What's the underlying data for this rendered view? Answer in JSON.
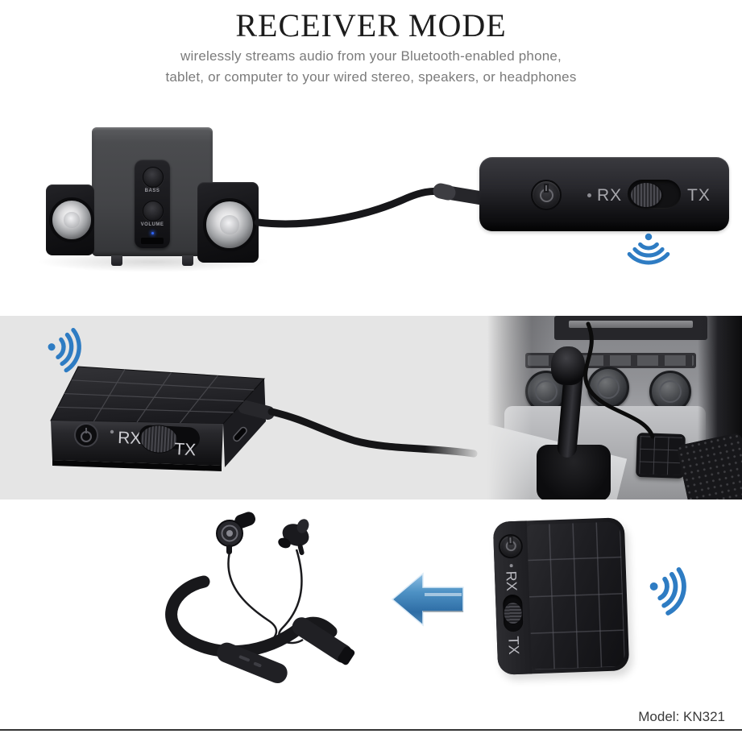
{
  "header": {
    "title": "RECEIVER MODE",
    "subtitle_line1": "wirelessly streams audio from your Bluetooth-enabled phone,",
    "subtitle_line2": "tablet, or computer to your wired stereo, speakers, or headphones"
  },
  "device": {
    "rx_label": "RX",
    "tx_label": "TX"
  },
  "speaker_system": {
    "bass_label": "BASS",
    "volume_label": "VOLUME"
  },
  "footer": {
    "model_text": "Model: KN321"
  },
  "colors": {
    "wireless_blue": "#2e7cc3",
    "arrow_blue": "#3d7fb5",
    "section_gray": "#e5e5e5",
    "title_color": "#1c1c1c",
    "subtitle_color": "#7b7b7b"
  },
  "icons": {
    "wireless": "wireless-signal-icon",
    "power": "power-icon",
    "arrow": "arrow-left-icon"
  }
}
